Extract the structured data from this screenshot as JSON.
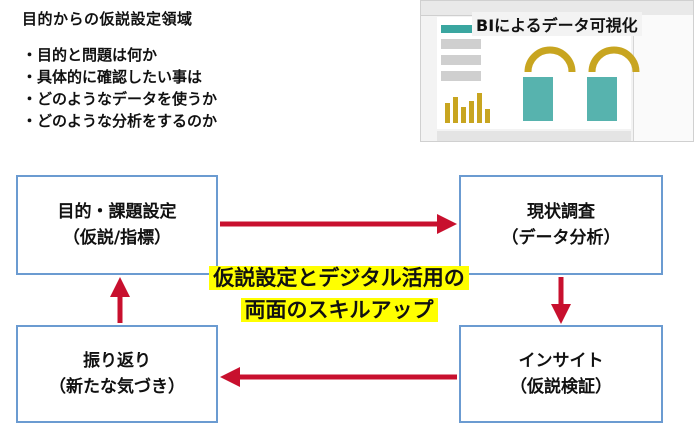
{
  "heading": "目的からの仮説設定領域",
  "bullets": [
    "・目的と問題は何か",
    "・具体的に確認したい事は",
    "・どのようなデータを使うか",
    "・どのような分析をするのか"
  ],
  "thumbnail": {
    "title": "BIによるデータ可視化"
  },
  "boxes": {
    "purpose": {
      "line1": "目的・課題設定",
      "line2": "（仮説/指標）"
    },
    "research": {
      "line1": "現状調査",
      "line2": "（データ分析）"
    },
    "insight": {
      "line1": "インサイト",
      "line2": "（仮説検証）"
    },
    "reflection": {
      "line1": "振り返り",
      "line2": "（新たな気づき）"
    }
  },
  "center_text": {
    "line1": "仮説設定とデジタル活用の",
    "line2": "両面のスキルアップ"
  },
  "colors": {
    "box_border": "#6b9bd1",
    "arrow": "#c8102e",
    "highlight": "#ffff00"
  }
}
